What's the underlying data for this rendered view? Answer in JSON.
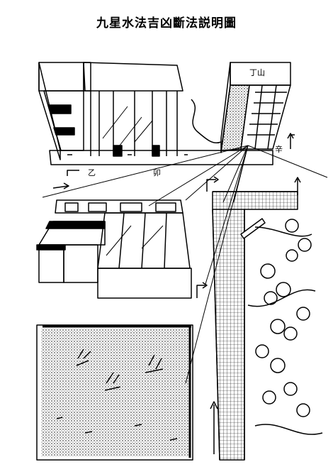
{
  "title": "九星水法吉凶斷法説明圖",
  "labels": {
    "ding_shan": "丁山",
    "xin": "辛",
    "yi": "乙",
    "mao": "卯"
  },
  "colors": {
    "ink": "#000000",
    "paper": "#ffffff"
  }
}
